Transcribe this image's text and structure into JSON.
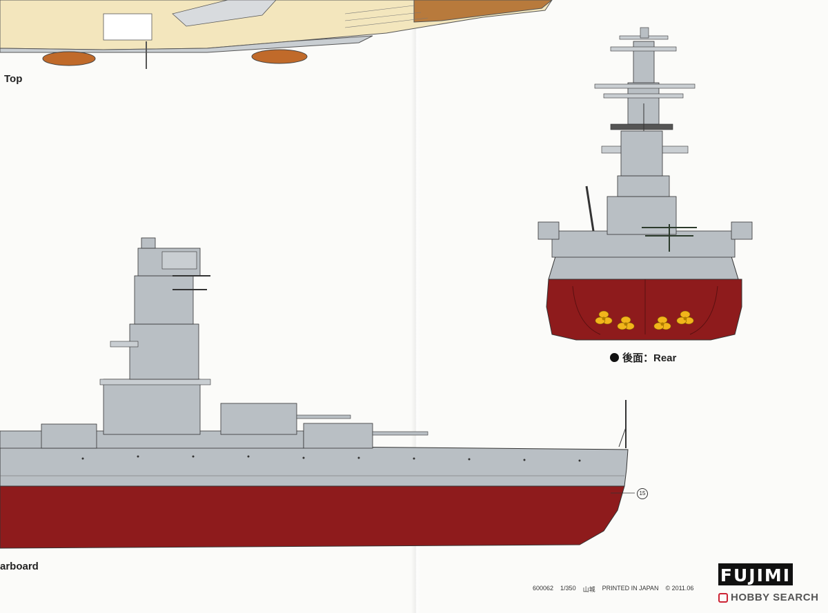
{
  "labels": {
    "top": "Top",
    "rear": "後面：Rear",
    "starboard": "arboard"
  },
  "callout": "15",
  "footer": {
    "code": "600062",
    "scale": "1/350",
    "name": "山城",
    "printed": "PRINTED IN JAPAN",
    "copyright": "© 2011.06"
  },
  "logo": {
    "brand": "FUJIMI",
    "watermark": "HOBBY SEARCH"
  },
  "colors": {
    "hull_red": "#8e1b1c",
    "hull_gray": "#b9bfc4",
    "deck_tan": "#f3e6bd",
    "boat_orange": "#c06a2a",
    "propeller_yellow": "#f2b51b"
  }
}
